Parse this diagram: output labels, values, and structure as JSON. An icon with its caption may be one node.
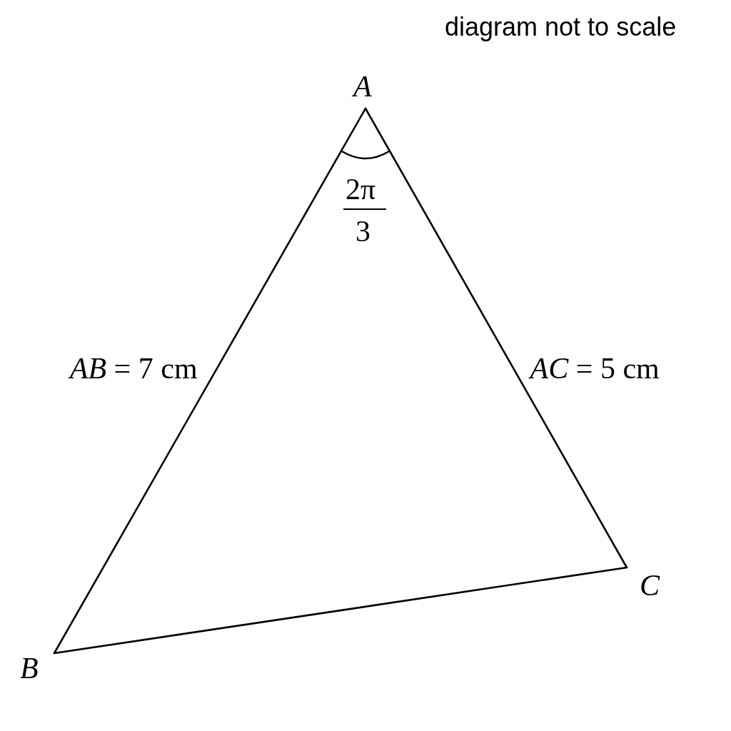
{
  "diagram": {
    "nodes": [
      {
        "text": [
          "A"
        ]
      },
      {
        "text": [
          "B"
        ]
      },
      {
        "text": [
          "C"
        ]
      }
    ],
    "edges": [
      {
        "from": 0,
        "to": 1,
        "arrow": "none",
        "label": "*AB* = 7 cm"
      },
      {
        "from": 0,
        "to": 2,
        "arrow": "none",
        "label": "*AC* = 5 cm"
      },
      {
        "from": 1,
        "to": 2,
        "arrow": "none"
      }
    ],
    "labels": [
      "diagram not to scale",
      "2π",
      "3"
    ]
  }
}
